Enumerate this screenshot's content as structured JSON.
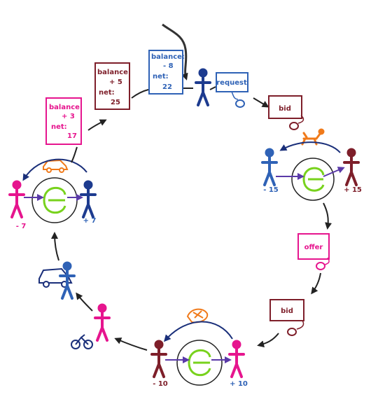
{
  "colors": {
    "blue": "#2f62b6",
    "navy": "#1a2f7a",
    "pink": "#e6158e",
    "maroon": "#7e1f2a",
    "orange": "#f07a1a",
    "green": "#78d21d",
    "ink": "#222222"
  },
  "boxes": {
    "blue_balance": {
      "label": "balance:",
      "balance": "- 8",
      "net_label": "net:",
      "net": "22"
    },
    "maroon_balance": {
      "label": "balance:",
      "balance": "+ 5",
      "net_label": "net:",
      "net": "25"
    },
    "pink_balance": {
      "label": "balance:",
      "balance": "+ 3",
      "net_label": "net:",
      "net": "17"
    }
  },
  "actions": {
    "request": "request",
    "bid_top": "bid",
    "offer": "offer",
    "bid_bottom": "bid"
  },
  "exchanges": {
    "right": {
      "left_value": "- 15",
      "right_value": "+ 15"
    },
    "bottom": {
      "left_value": "- 10",
      "right_value": "+ 10"
    },
    "left": {
      "left_value": "- 7",
      "right_value": "+ 7"
    }
  },
  "icons": [
    "e-currency-icon",
    "car-icon",
    "bicycle-icon",
    "dog-icon",
    "mouse-icon",
    "food-icon"
  ]
}
